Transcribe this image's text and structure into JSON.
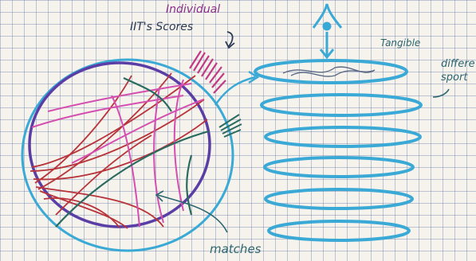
{
  "annotations": {
    "individual": "Individual",
    "iits_scores": "IIT's Scores",
    "tangible": "Tangible",
    "different": "differe",
    "sport": "sport",
    "matches": "matches"
  },
  "colors": {
    "grid": "#5069a0",
    "blue": "#3aa9d6",
    "purple": "#5a3ea6",
    "red": "#b8333a",
    "pink": "#d44fb0",
    "teal": "#2a6b60",
    "ink_blue": "#2b5c8a",
    "ink_purple": "#8a2e8a",
    "ink_teal": "#2c6670"
  },
  "icons": [
    "eye-icon",
    "arrow-icon"
  ]
}
